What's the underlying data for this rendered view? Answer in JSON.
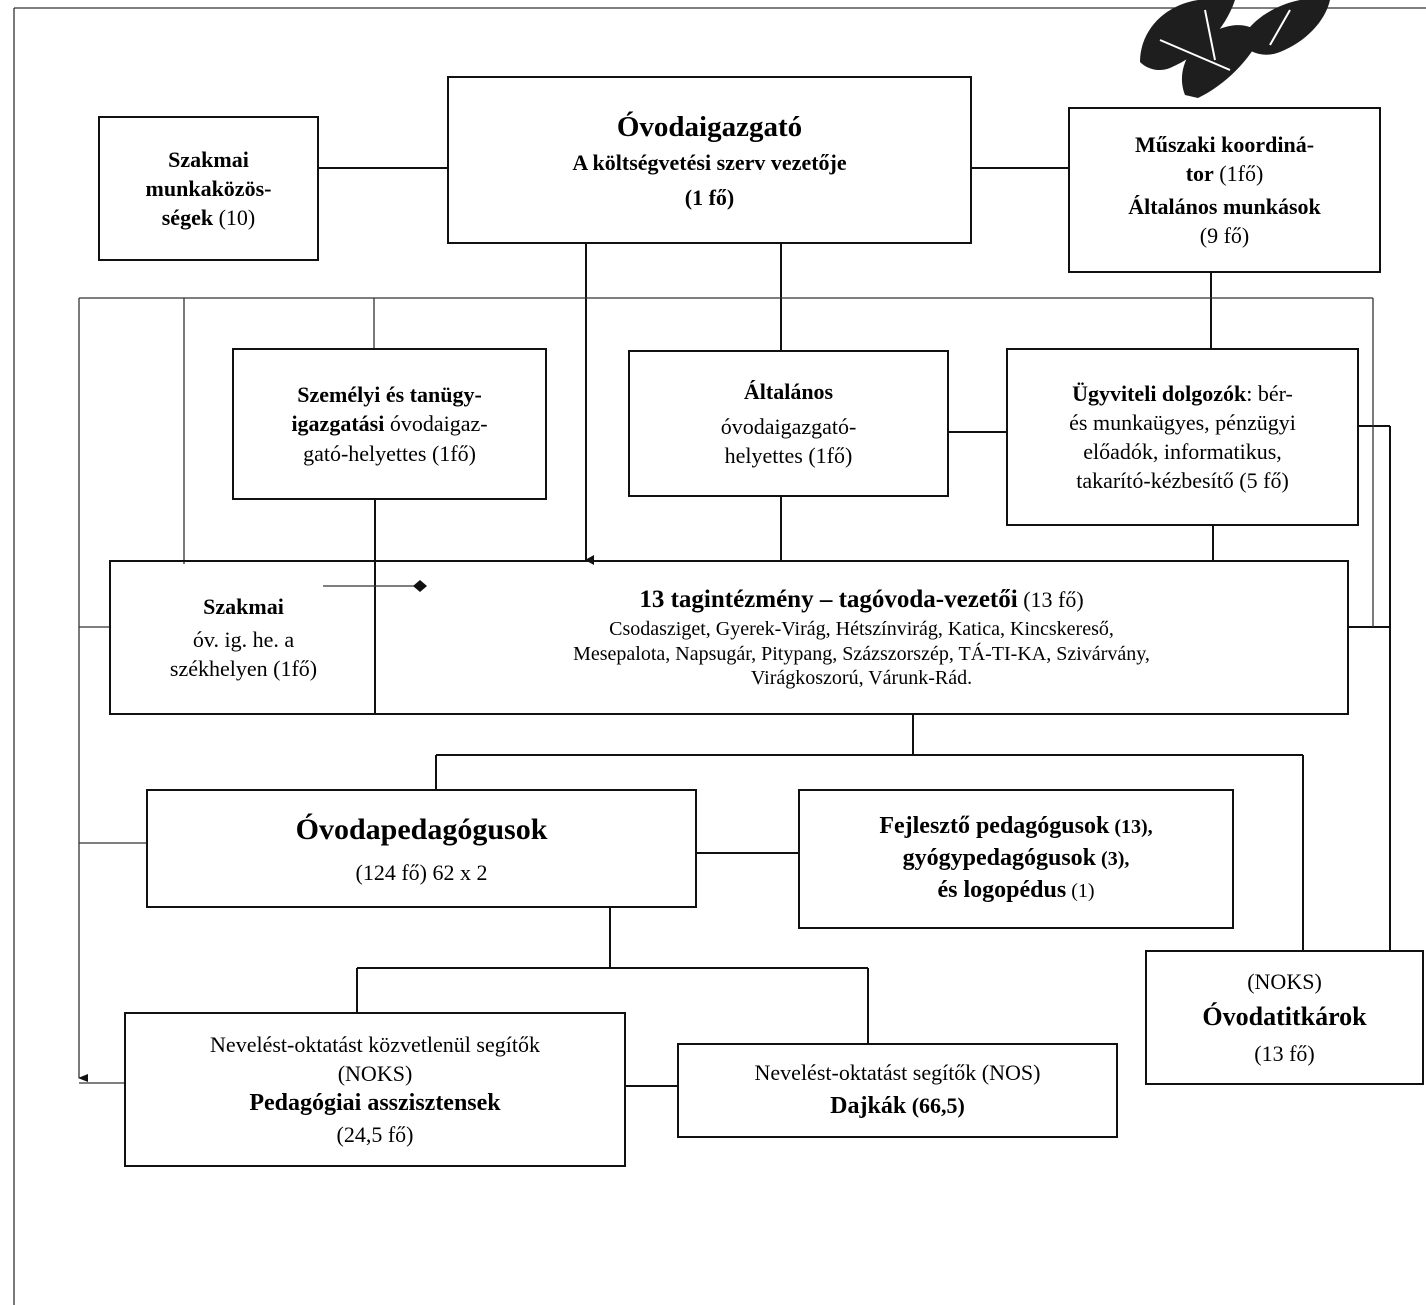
{
  "director": {
    "title": "Óvodaigazgató",
    "subtitle": "A költségvetési szerv vezetője",
    "count": "(1 fő)"
  },
  "professional_groups": {
    "line1": "Szakmai",
    "line2": "munkaközös-",
    "line3_bold": "ségek",
    "line3_rest": " (10)"
  },
  "technical": {
    "line1": "Műszaki koordiná-",
    "line2_bold": "tor",
    "line2_rest": " (1fő)",
    "line3": "Általános munkások",
    "line4": "(9 fő)"
  },
  "personal_deputy": {
    "line1": "Személyi és tanügy-",
    "line2_bold": "igazgatási",
    "line2_rest": " óvodaigaz-",
    "line3": "gató-helyettes (1fő)"
  },
  "general_deputy": {
    "line1": "Általános",
    "line2": "óvodaigazgató-",
    "line3": "helyettes (1fő)"
  },
  "admin_staff": {
    "line1_bold": "Ügyviteli dolgozók",
    "line1_rest": ": bér-",
    "line2": "és munkaügyes, pénzügyi",
    "line3": "előadók, informatikus,",
    "line4": "takarító-kézbesítő (5 fő)"
  },
  "seat_deputy": {
    "line1": "Szakmai",
    "line2": "óv. ig. he.  a",
    "line3": "székhelyen (1fő)"
  },
  "member_heads": {
    "title": "13 tagintézmény – tagóvoda-vezetői",
    "count": " (13 fő)",
    "names_line1": "Csodasziget, Gyerek-Virág, Hétszínvirág, Katica, Kincskereső,",
    "names_line2": "Mesepalota, Napsugár, Pitypang, Százszorszép, TÁ-TI-KA, Szivárvány,",
    "names_line3": "Virágkoszorú, Várunk-Rád."
  },
  "teachers": {
    "title": "Óvodapedagógusok",
    "count": "(124 fő) 62 x 2"
  },
  "developers": {
    "line1_bold": "Fejlesztő pedagógusok",
    "line1_rest": " (13),",
    "line2_bold": "gyógypedagógusok",
    "line2_rest": " (3),",
    "line3_bold": "és logopédus",
    "line3_rest": " (1)"
  },
  "secretaries": {
    "line1": "(NOKS)",
    "line2": "Óvodatitkárok",
    "line3": "(13 fő)"
  },
  "assistants": {
    "line1": "Nevelést-oktatást közvetlenül segítők",
    "line2": "(NOKS)",
    "line3": "Pedagógiai asszisztensek",
    "line4": "(24,5 fő)"
  },
  "nannies": {
    "line1": "Nevelést-oktatást segítők (NOS)",
    "line2_bold": "Dajkák",
    "line2_rest": " (66,5)"
  },
  "colors": {
    "line": "#111111",
    "thin_line": "#333333",
    "leaf": "#1e1e1e"
  }
}
